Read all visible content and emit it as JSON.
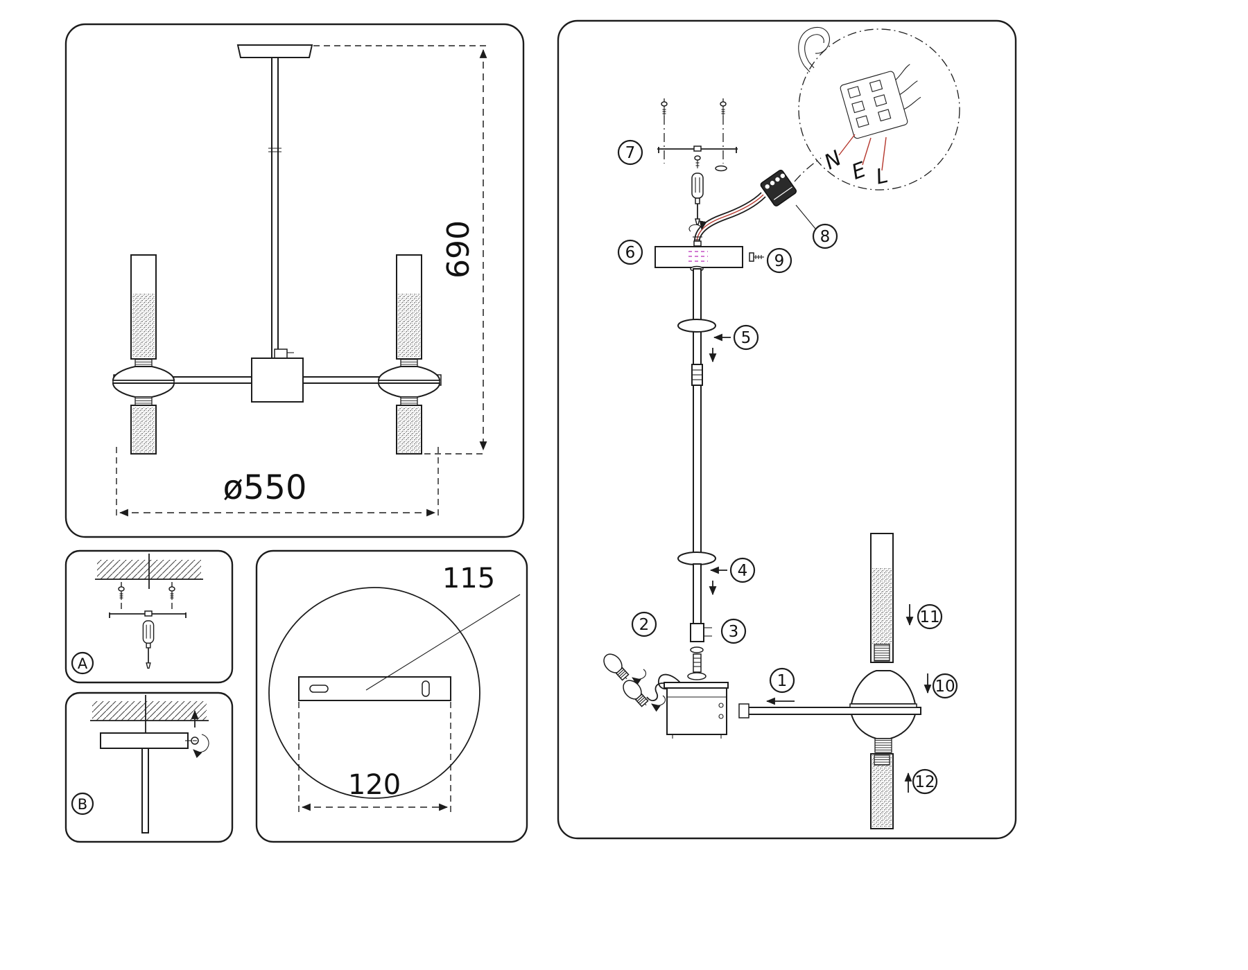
{
  "front_view": {
    "height_dim": "690",
    "diameter_dim": "ø550"
  },
  "canopy_plate": {
    "length_dim": "115",
    "width_dim": "120"
  },
  "install": {
    "a_label": "A",
    "b_label": "B"
  },
  "wiring": {
    "n": "N",
    "e": "E",
    "l": "L"
  },
  "steps": {
    "s1": "1",
    "s2": "2",
    "s3": "3",
    "s4": "4",
    "s5": "5",
    "s6": "6",
    "s7": "7",
    "s8": "8",
    "s9": "9",
    "s10": "10",
    "s11": "11",
    "s12": "12"
  }
}
